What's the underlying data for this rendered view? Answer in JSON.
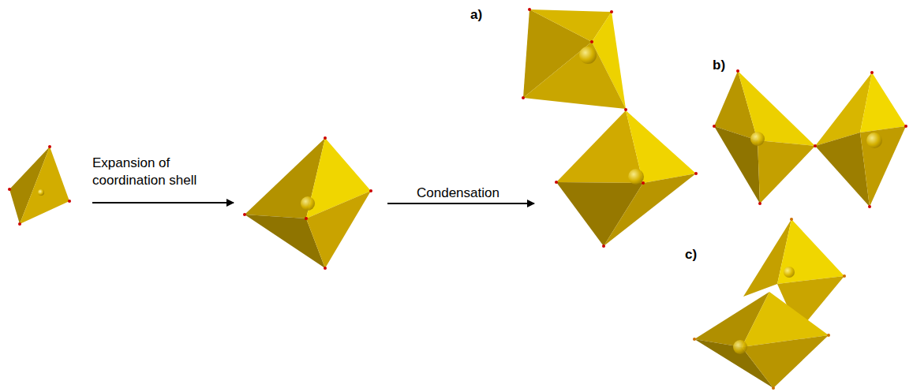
{
  "diagram": {
    "labels": [
      "Expansion of coordination shell",
      "Condensation",
      "a)",
      "b)",
      "c)"
    ]
  }
}
